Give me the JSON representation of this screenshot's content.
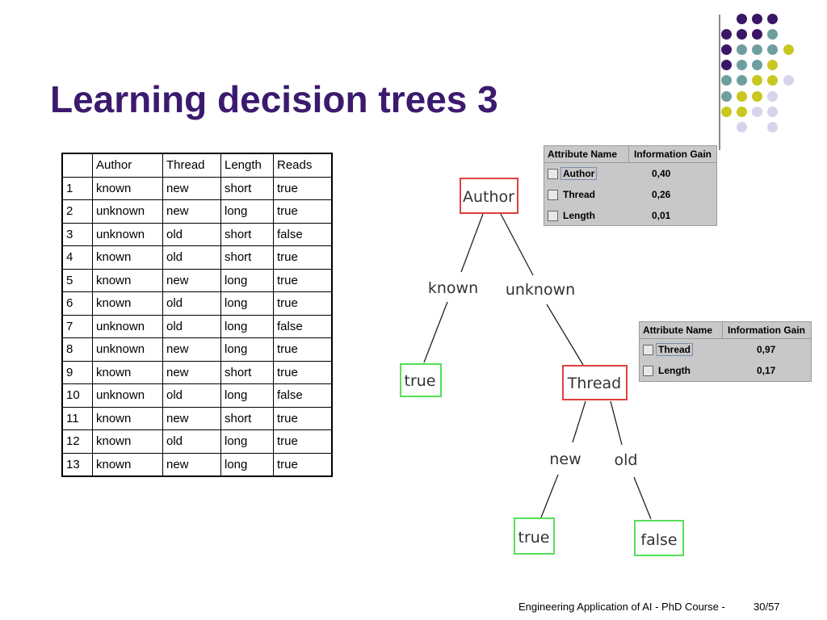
{
  "slide": {
    "title": "Learning decision trees 3",
    "footer": "Engineering Application of AI - PhD Course -",
    "page": "30/57"
  },
  "colors": {
    "title": "#3b1a6e",
    "dot_purple": "#3b1666",
    "dot_teal": "#6f9e9e",
    "dot_yellow": "#c8c820",
    "dot_lavender": "#d4d4ec",
    "node_red": "#e04040",
    "leaf_green": "#55e055"
  },
  "table": {
    "headers": [
      "",
      "Author",
      "Thread",
      "Length",
      "Reads"
    ],
    "rows": [
      [
        "1",
        "known",
        "new",
        "short",
        "true"
      ],
      [
        "2",
        "unknown",
        "new",
        "long",
        "true"
      ],
      [
        "3",
        "unknown",
        "old",
        "short",
        "false"
      ],
      [
        "4",
        "known",
        "old",
        "short",
        "true"
      ],
      [
        "5",
        "known",
        "new",
        "long",
        "true"
      ],
      [
        "6",
        "known",
        "old",
        "long",
        "true"
      ],
      [
        "7",
        "unknown",
        "old",
        "long",
        "false"
      ],
      [
        "8",
        "unknown",
        "new",
        "long",
        "true"
      ],
      [
        "9",
        "known",
        "new",
        "short",
        "true"
      ],
      [
        "10",
        "unknown",
        "old",
        "long",
        "false"
      ],
      [
        "11",
        "known",
        "new",
        "short",
        "true"
      ],
      [
        "12",
        "known",
        "old",
        "long",
        "true"
      ],
      [
        "13",
        "known",
        "new",
        "long",
        "true"
      ]
    ]
  },
  "tree": {
    "root": "Author",
    "edge_known": "known",
    "edge_unknown": "unknown",
    "leaf_known": "true",
    "node2": "Thread",
    "edge_new": "new",
    "edge_old": "old",
    "leaf_new": "true",
    "leaf_old": "false"
  },
  "panel1": {
    "col1": "Attribute Name",
    "col2": "Information Gain",
    "rows": [
      {
        "name": "Author",
        "gain": "0,40"
      },
      {
        "name": "Thread",
        "gain": "0,26"
      },
      {
        "name": "Length",
        "gain": "0,01"
      }
    ]
  },
  "panel2": {
    "col1": "Attribute Name",
    "col2": "Information Gain",
    "rows": [
      {
        "name": "Thread",
        "gain": "0,97"
      },
      {
        "name": "Length",
        "gain": "0,17"
      }
    ]
  }
}
